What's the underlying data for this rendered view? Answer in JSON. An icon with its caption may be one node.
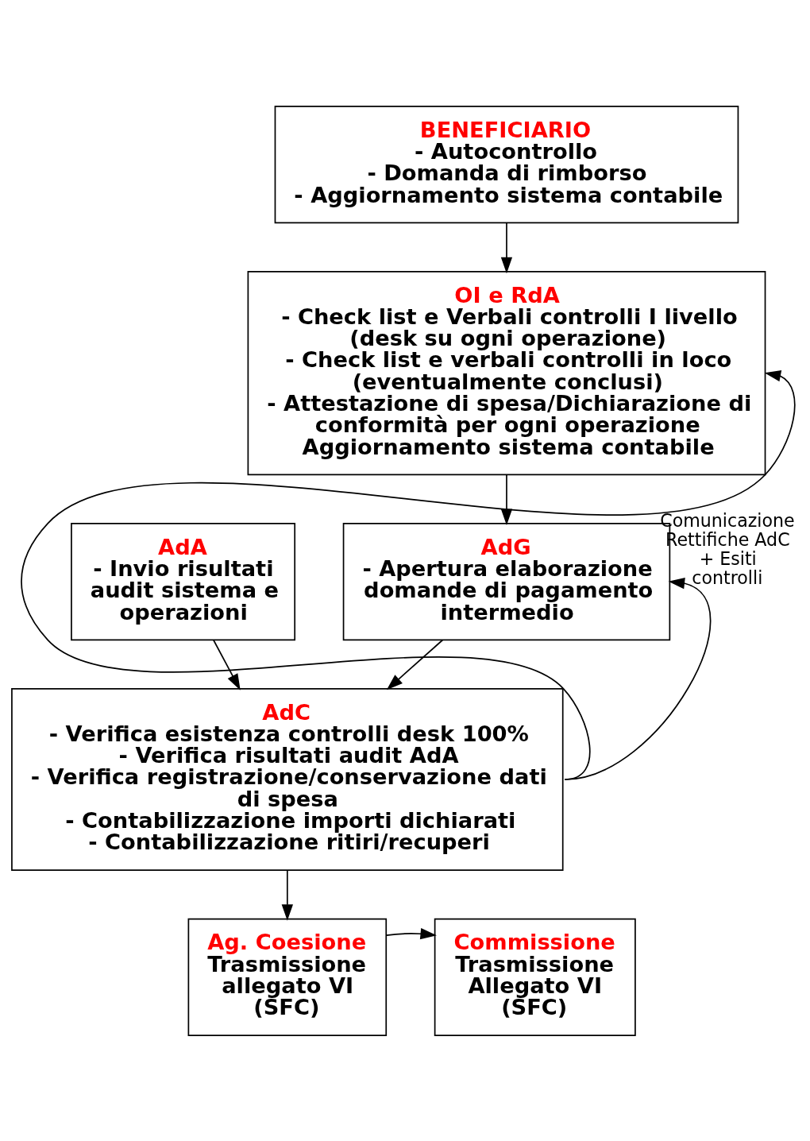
{
  "diagram": {
    "nodes": [
      {
        "text": [
          "BENEFICIARIO",
          "- Autocontrollo",
          "- Domanda di rimborso",
          "- Aggiornamento sistema contabile"
        ]
      },
      {
        "text": [
          "OI e RdA",
          "- Check list e Verbali controlli I livello (desk su ogni operazione)",
          "- Check list e verbali controlli in loco (eventualmente conclusi)",
          "- Attestazione di spesa/Dichiarazione di conformità per ogni operazione",
          "Aggiornamento sistema contabile"
        ]
      },
      {
        "text": [
          "AdA",
          "- Invio risultati audit sistema e operazioni"
        ]
      },
      {
        "text": [
          "AdG",
          "- Apertura elaborazione domande di pagamento intermedio"
        ]
      },
      {
        "text": [
          "AdC",
          "- Verifica esistenza controlli desk 100%",
          "- Verifica risultati audit AdA",
          "- Verifica registrazione/conservazione dati di spesa",
          "- Contabilizzazione importi dichiarati",
          "- Contabilizzazione ritiri/recuperi"
        ]
      },
      {
        "text": [
          "Ag. Coesione",
          "Trasmissione allegato VI (SFC)"
        ]
      },
      {
        "text": [
          "Commissione",
          "Trasmissione Allegato VI (SFC)"
        ]
      }
    ],
    "edges": [
      {
        "from": 0,
        "to": 1,
        "arrow": "to"
      },
      {
        "from": 1,
        "to": 3,
        "arrow": "to"
      },
      {
        "from": 2,
        "to": 4,
        "arrow": "to"
      },
      {
        "from": 3,
        "to": 4,
        "arrow": "to"
      },
      {
        "from": 4,
        "to": 1,
        "arrow": "to",
        "label": "Comunicazione Rettifiche AdC + Esiti controlli"
      },
      {
        "from": 4,
        "to": 3,
        "arrow": "to"
      },
      {
        "from": 4,
        "to": 5,
        "arrow": "to"
      },
      {
        "from": 5,
        "to": 6,
        "arrow": "to"
      }
    ]
  }
}
